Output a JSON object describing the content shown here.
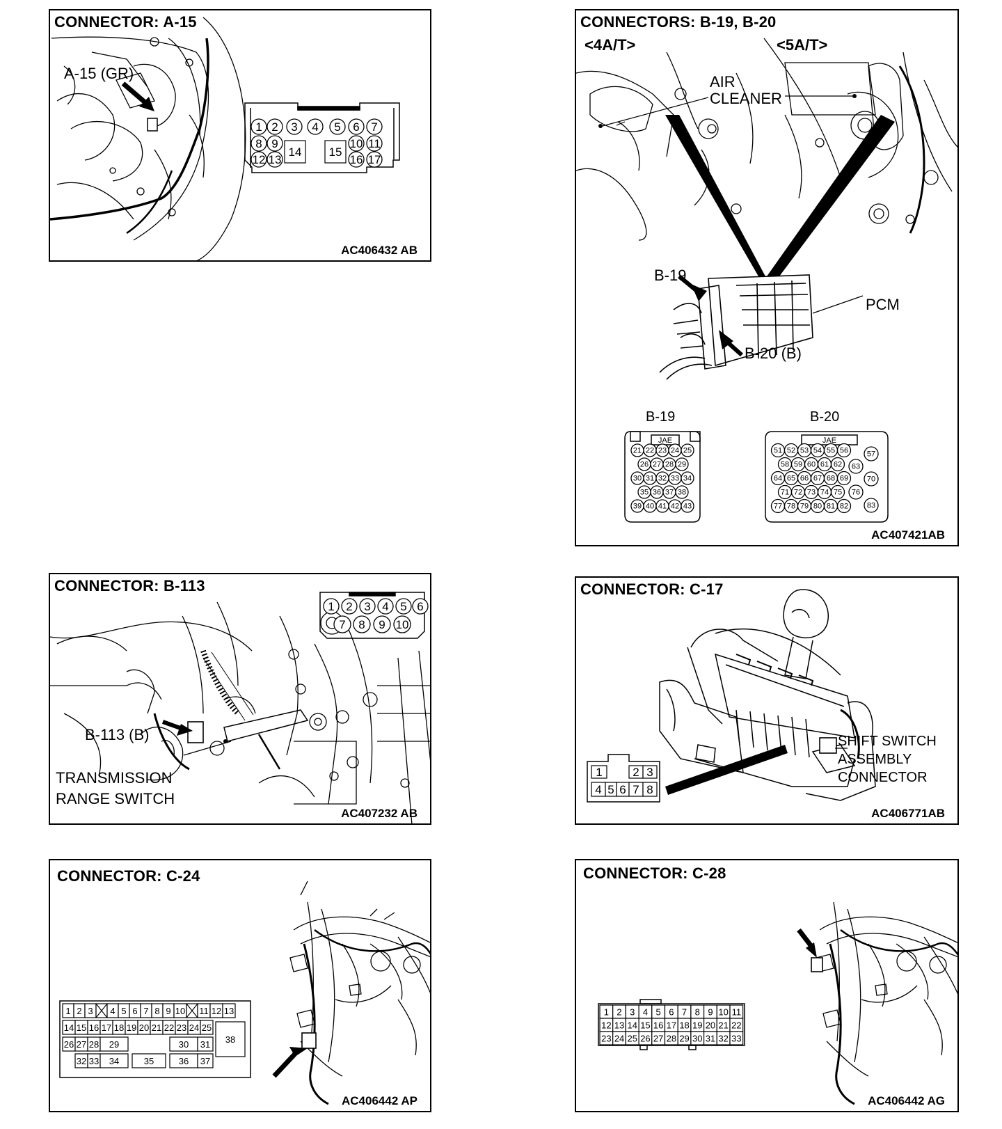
{
  "panels": {
    "a15": {
      "title": "CONNECTOR: A-15",
      "callout": "A-15 (GR)",
      "code": "AC406432 AB",
      "pins": [
        "1",
        "2",
        "3",
        "4",
        "5",
        "6",
        "7",
        "8",
        "9",
        "14",
        "15",
        "10",
        "11",
        "12",
        "13",
        "16",
        "17"
      ]
    },
    "b19b20": {
      "title": "CONNECTORS: B-19, B-20",
      "variant_left": "<4A/T>",
      "variant_right": "<5A/T>",
      "air_cleaner_1": "AIR",
      "air_cleaner_2": "CLEANER",
      "callout_b19": "B-19",
      "callout_b20": "B-20 (B)",
      "callout_pcm": "PCM",
      "face_b19": "B-19",
      "face_b20": "B-20",
      "maker": "JAE",
      "code": "AC407421AB"
    },
    "b113": {
      "title": "CONNECTOR: B-113",
      "callout": "B-113 (B)",
      "component_1": "TRANSMISSION",
      "component_2": "RANGE SWITCH",
      "code": "AC407232 AB",
      "pins": [
        "1",
        "2",
        "3",
        "4",
        "5",
        "6",
        "7",
        "8",
        "9",
        "10"
      ]
    },
    "c17": {
      "title": "CONNECTOR: C-17",
      "callout_1": "SHIFT SWITCH",
      "callout_2": "ASSEMBLY",
      "callout_3": "CONNECTOR",
      "code": "AC406771AB",
      "pins": [
        "1",
        "2",
        "3",
        "4",
        "5",
        "6",
        "7",
        "8"
      ]
    },
    "c24": {
      "title": "CONNECTOR: C-24",
      "code": "AC406442 AP"
    },
    "c28": {
      "title": "CONNECTOR: C-28",
      "code": "AC406442 AG"
    }
  }
}
